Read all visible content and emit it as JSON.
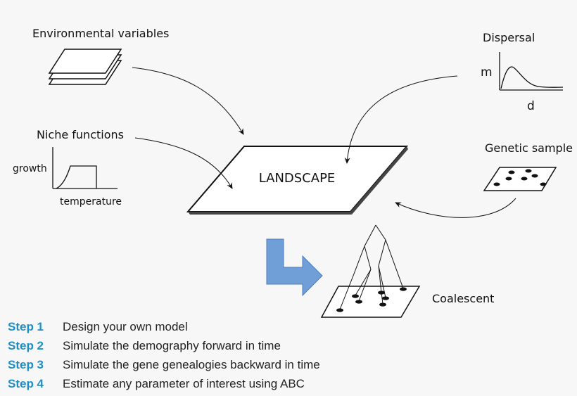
{
  "labels": {
    "env": "Environmental variables",
    "niche": "Niche functions",
    "growth": "growth",
    "temperature": "temperature",
    "dispersal": "Dispersal",
    "m": "m",
    "d": "d",
    "genetic": "Genetic sample",
    "landscape": "LANDSCAPE",
    "coalescent": "Coalescent"
  },
  "steps": [
    {
      "num": "Step 1",
      "text": "Design your own model"
    },
    {
      "num": "Step 2",
      "text": "Simulate the demography forward in time"
    },
    {
      "num": "Step 3",
      "text": "Simulate the gene genealogies backward in time"
    },
    {
      "num": "Step 4",
      "text": "Estimate any parameter of interest using ABC"
    }
  ],
  "colors": {
    "step_blue": "#1f8fc6",
    "arrow_blue": "#6f9fd6",
    "arrow_blue_edge": "#4d7fbe"
  }
}
